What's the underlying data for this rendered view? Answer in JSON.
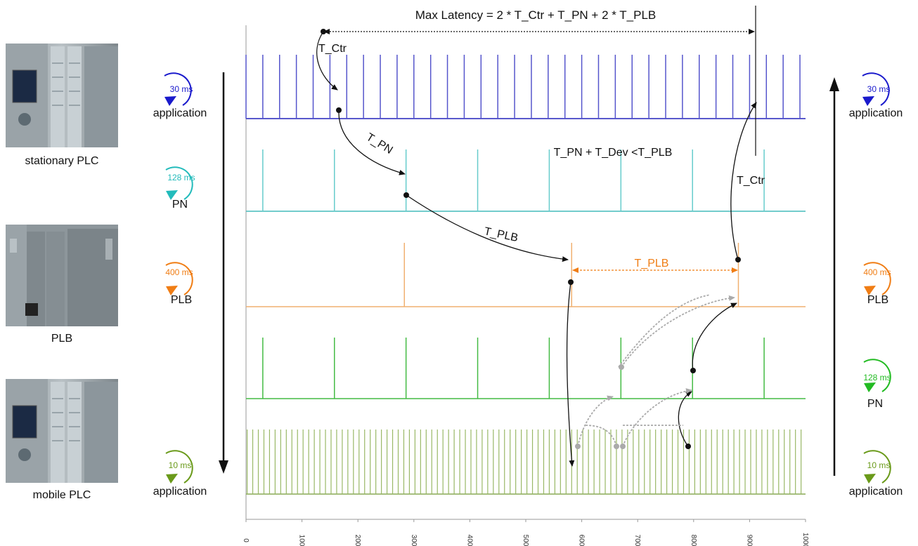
{
  "title": "Max Latency = 2 * T_Ctr + T_PN + 2 * T_PLB",
  "condition": "T_PN + T_Dev <T_PLB",
  "devices": [
    {
      "key": "stationary",
      "label": "stationary PLC"
    },
    {
      "key": "plb",
      "label": "PLB"
    },
    {
      "key": "mobile",
      "label": "mobile PLC"
    }
  ],
  "cycles_left": [
    {
      "period": "30 ms",
      "label": "application",
      "color": "#1a1acc"
    },
    {
      "period": "128 ms",
      "label": "PN",
      "color": "#22bbbb"
    },
    {
      "period": "400 ms",
      "label": "PLB",
      "color": "#f07d14"
    },
    {
      "period": "10 ms",
      "label": "application",
      "color": "#6a9a1a"
    }
  ],
  "cycles_right": [
    {
      "period": "30 ms",
      "label": "application",
      "color": "#1a1acc"
    },
    {
      "period": "400 ms",
      "label": "PLB",
      "color": "#f07d14"
    },
    {
      "period": "128 ms",
      "label": "PN",
      "color": "#22bb22"
    },
    {
      "period": "10 ms",
      "label": "application",
      "color": "#6a9a1a"
    }
  ],
  "arrow_labels": {
    "t_ctr_top": "T_Ctr",
    "t_pn": "T_PN",
    "t_plb": "T_PLB",
    "t_plb_span": "T_PLB",
    "t_ctr_right": "T_Ctr"
  },
  "chart_data": {
    "type": "timing",
    "xlim": [
      0,
      1000
    ],
    "x_ticks": [
      0,
      100,
      200,
      300,
      400,
      500,
      600,
      700,
      800,
      900,
      1000
    ],
    "series": [
      {
        "color": "#5555cc",
        "line_color": "#2222bb",
        "period": 30,
        "start": 0
      },
      {
        "color": "#66cccc",
        "line_color": "#44bbbb",
        "period": 128,
        "start": 30
      },
      {
        "color": "#f0b070",
        "line_color": "#f0b070",
        "pulses": [
          283,
          582,
          880
        ]
      },
      {
        "color": "#44bb44",
        "line_color": "#44bb44",
        "period": 128,
        "start": 30
      },
      {
        "color": "#99b866",
        "line_color": "#88aa55",
        "period": 10,
        "start": 0
      }
    ]
  }
}
